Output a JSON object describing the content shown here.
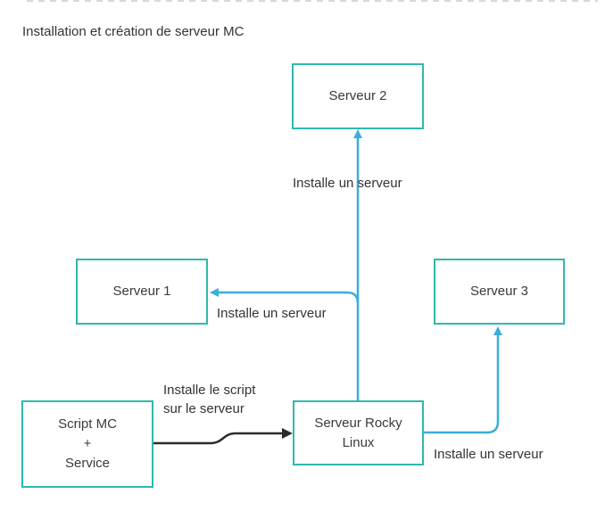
{
  "title": "Installation et création de serveur MC",
  "nodes": {
    "serveur2": "Serveur 2",
    "serveur1": "Serveur 1",
    "serveur3": "Serveur 3",
    "rocky": "Serveur Rocky\nLinux",
    "script_line1": "Script MC",
    "script_line2": "+",
    "script_line3": "Service"
  },
  "edges": {
    "to_serveur2": "Installe un serveur",
    "to_serveur1": "Installe un serveur",
    "to_serveur3": "Installe un serveur",
    "script_to_rocky": "Installe le script\nsur le serveur"
  },
  "colors": {
    "node_border": "#2fb8ad",
    "connector_blue": "#3aaed8",
    "connector_dark": "#2b2b2b"
  }
}
